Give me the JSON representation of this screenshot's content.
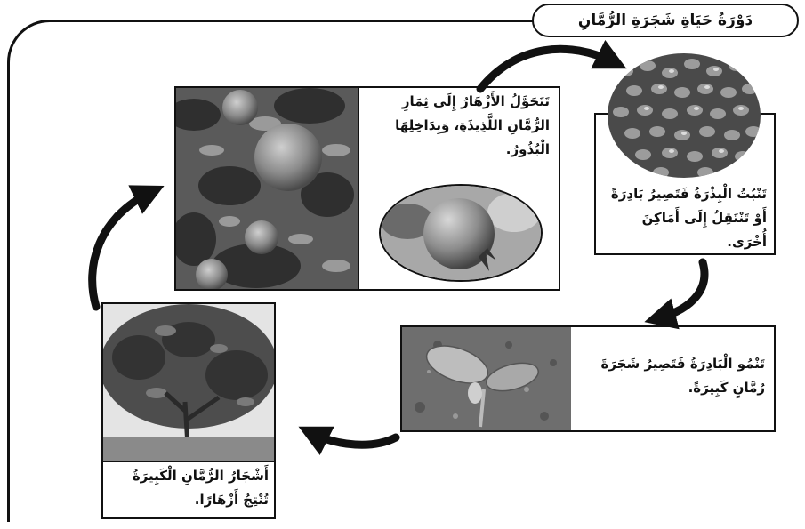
{
  "title": "دَوْرَةُ حَيَاةِ شَجَرَةِ الرُّمَّانِ",
  "stages": {
    "flowers_to_fruit": {
      "text": "تَتَحَوَّلُ الأَزْهَارُ إِلَى ثِمَارِ الرُّمَّانِ اللَّذِيذَةِ، وَبِدَاخِلِهَا الْبُذُورُ."
    },
    "seed": {
      "text": "تَنْبُتُ الْبِذْرَةُ فَتَصِيرُ بَادِرَةً أَوْ تَنْتَقِلُ إِلَى أَمَاكِنَ أُخْرَى."
    },
    "seedling": {
      "text": "تَنْمُو الْبَادِرَةُ فَتَصِيرُ شَجَرَةَ رُمَّانٍ كَبِيرَةً."
    },
    "tree": {
      "text": "أَشْجَارُ الرُّمَّانِ الْكَبِيرَةُ تُنْتِجُ أَزْهَارًا."
    }
  },
  "colors": {
    "ink": "#111111",
    "photo_dark": "#3a3a3a",
    "photo_mid": "#777777",
    "photo_light": "#bdbdbd"
  }
}
